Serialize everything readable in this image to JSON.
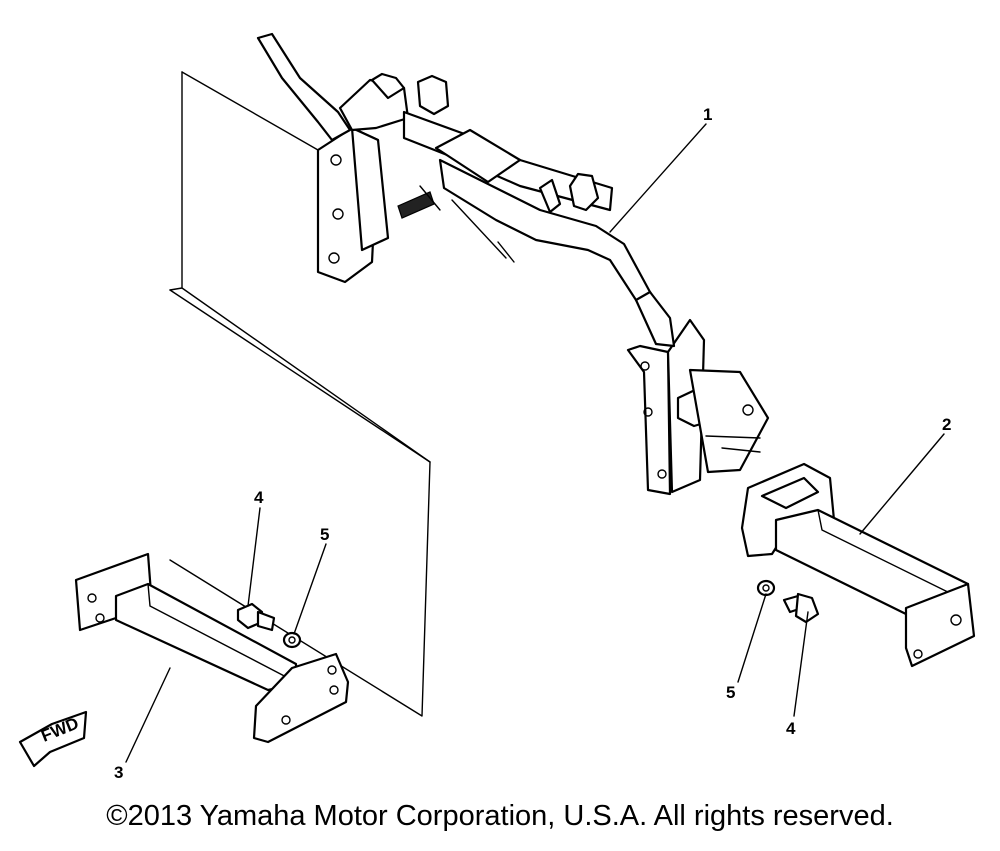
{
  "callouts": {
    "frame": "1",
    "rear_bracket": "2",
    "front_bracket": "3",
    "bolt_left": "4",
    "washer_left": "5",
    "washer_right": "5",
    "bolt_right": "4"
  },
  "fwd_marker": "FWD",
  "copyright": "©2013 Yamaha Motor Corporation, U.S.A. All rights reserved."
}
